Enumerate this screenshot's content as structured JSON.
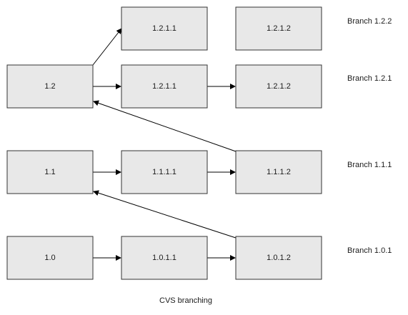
{
  "nodes": {
    "n1_2_1_1_top": "1.2.1.1",
    "n1_2_1_2_top": "1.2.1.2",
    "n1_2": "1.2",
    "n1_2_1_1": "1.2.1.1",
    "n1_2_1_2": "1.2.1.2",
    "n1_1": "1.1",
    "n1_1_1_1": "1.1.1.1",
    "n1_1_1_2": "1.1.1.2",
    "n1_0": "1.0",
    "n1_0_1_1": "1.0.1.1",
    "n1_0_1_2": "1.0.1.2"
  },
  "branches": {
    "b1_2_2": "Branch 1.2.2",
    "b1_2_1": "Branch 1.2.1",
    "b1_1_1": "Branch 1.1.1",
    "b1_0_1": "Branch 1.0.1"
  },
  "caption": "CVS branching"
}
